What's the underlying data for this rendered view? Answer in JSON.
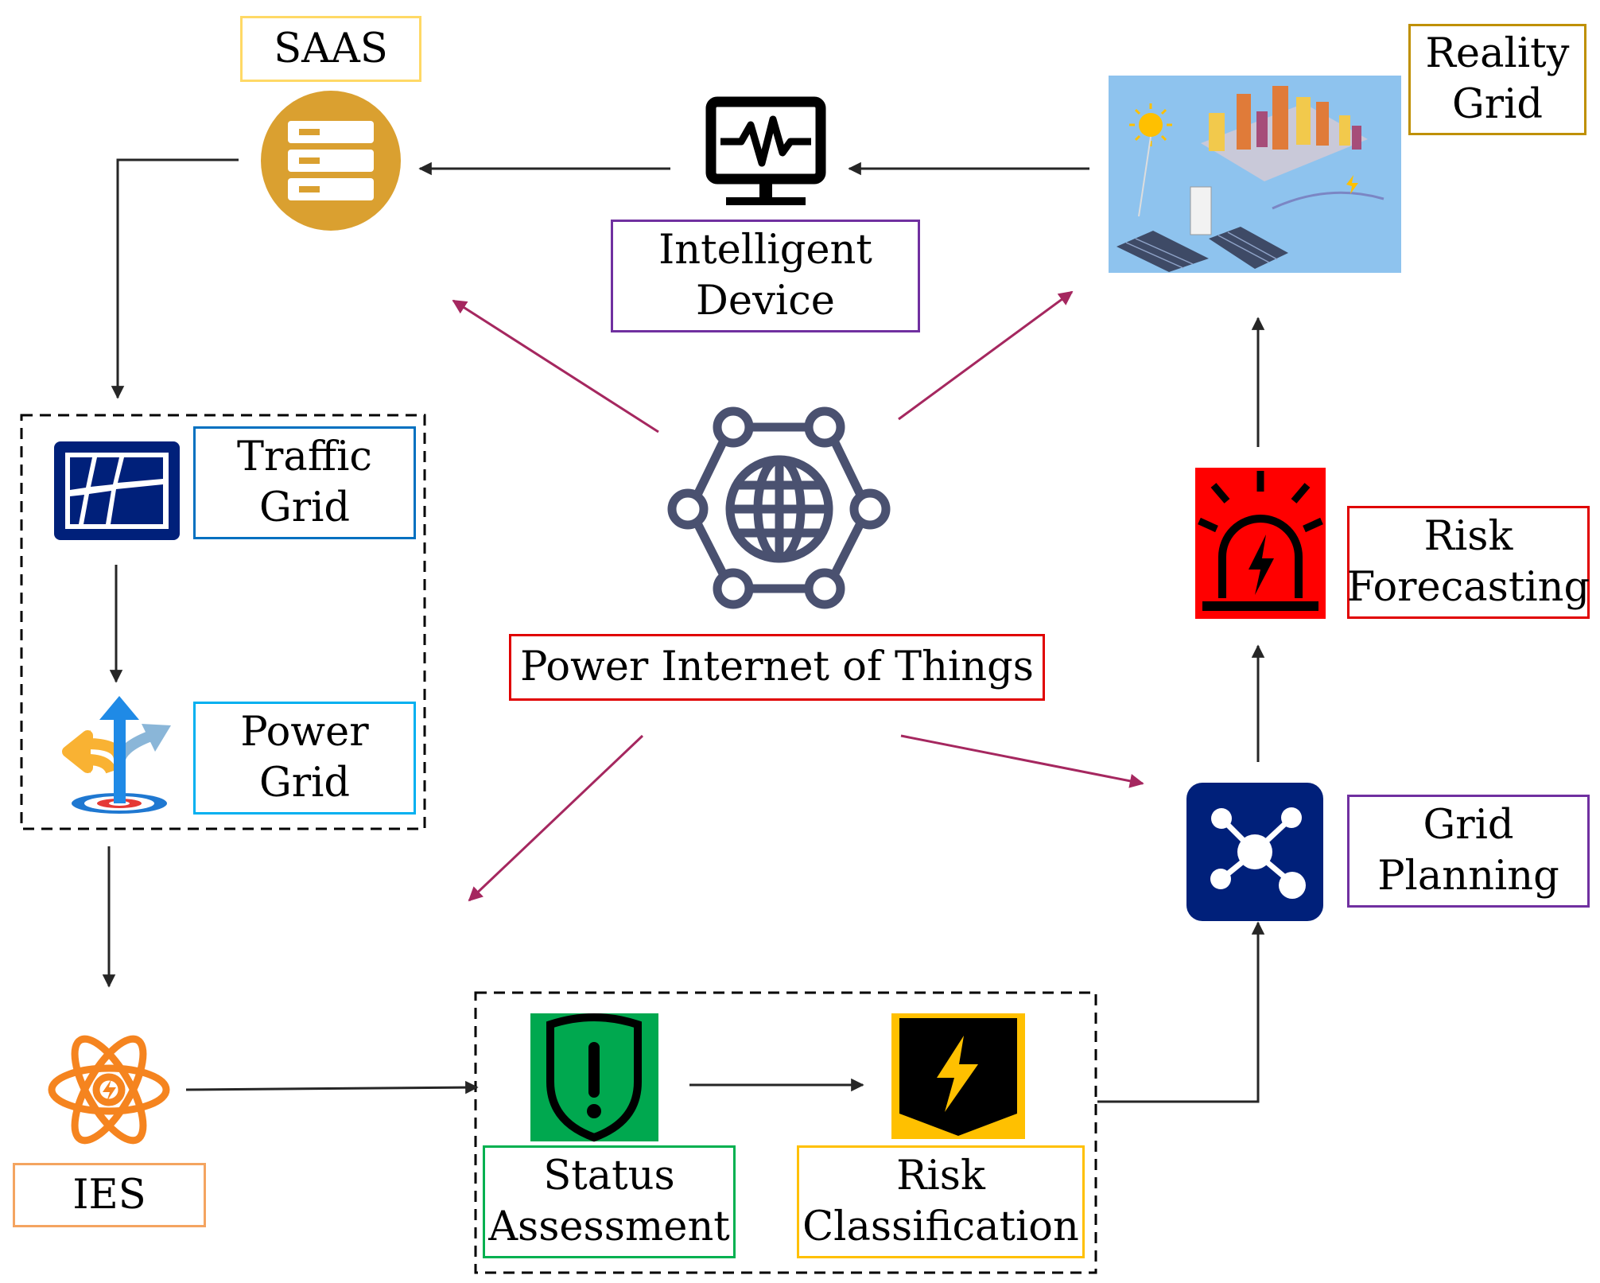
{
  "labels": {
    "saas": "SAAS",
    "intelligent_device": "Intelligent\nDevice",
    "reality_grid": "Reality\nGrid",
    "traffic_grid": "Traffic\nGrid",
    "power_grid": "Power\nGrid",
    "piot": "Power Internet of Things",
    "risk_forecasting": "Risk\nForecasting",
    "grid_planning": "Grid\nPlanning",
    "ies": "IES",
    "status_assessment": "Status\nAssessment",
    "risk_classification": "Risk\nClassification"
  },
  "colors": {
    "saas_border": "#FFD966",
    "intelligent_device_border": "#7030A0",
    "reality_grid_border": "#BF9000",
    "traffic_grid_border": "#0070C0",
    "power_grid_border": "#00B0F0",
    "piot_border": "#E00000",
    "risk_forecasting_border": "#E00000",
    "grid_planning_border": "#7030A0",
    "ies_border": "#F4A460",
    "status_assessment_border": "#00B050",
    "risk_classification_border": "#FFC000",
    "arrow_dark": "#262626",
    "arrow_magenta": "#A5275F",
    "saas_icon": "#DAA030",
    "navy_icon": "#00207A",
    "alarm_red": "#FF0000",
    "shield_green": "#00A84F",
    "bolt_yellow": "#FFC000",
    "ies_orange": "#F5841F",
    "network_icon": "#4A5170"
  },
  "icons": [
    "saas-server-icon",
    "monitor-pulse-icon",
    "smart-city-image",
    "traffic-grid-icon",
    "direction-arrows-icon",
    "network-globe-icon",
    "alarm-light-icon",
    "grid-network-icon",
    "atom-bolt-icon",
    "shield-alert-icon",
    "lightning-badge-icon"
  ]
}
